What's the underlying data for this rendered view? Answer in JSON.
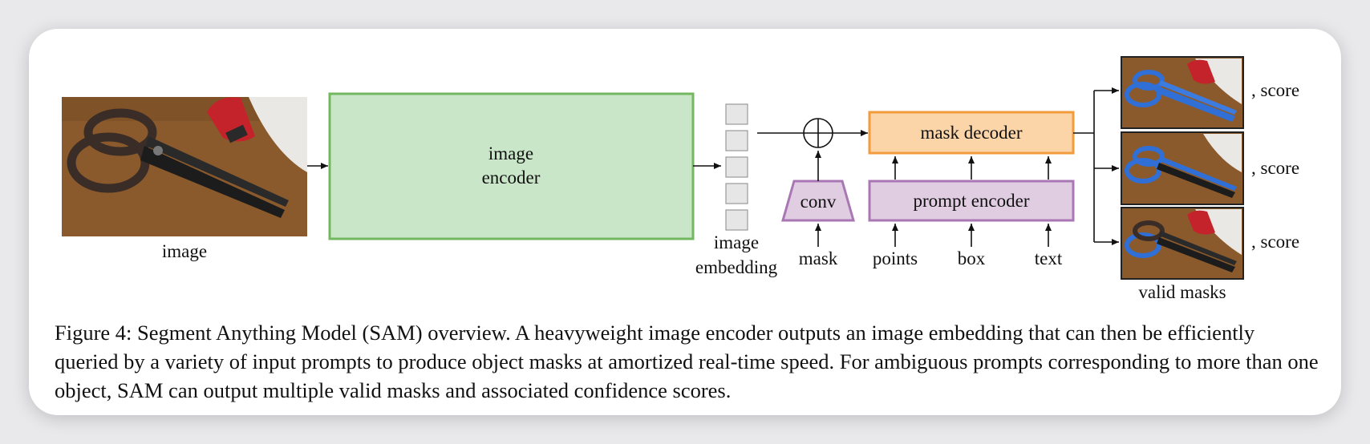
{
  "diagram": {
    "input_label": "image",
    "encoder_label_line1": "image",
    "encoder_label_line2": "encoder",
    "embedding_label_line1": "image",
    "embedding_label_line2": "embedding",
    "conv_label": "conv",
    "mask_input_label": "mask",
    "prompt_encoder_label": "prompt encoder",
    "mask_decoder_label": "mask decoder",
    "prompt_inputs": [
      "points",
      "box",
      "text"
    ],
    "score_labels": [
      ", score",
      ", score",
      ", score"
    ],
    "valid_masks_label": "valid masks",
    "colors": {
      "encoder_fill": "#c9e6c8",
      "encoder_border": "#73b760",
      "decoder_fill": "#fbd5a8",
      "decoder_border": "#f29b3c",
      "prompt_fill": "#e1cde2",
      "prompt_border": "#a978b4",
      "mask_blue": "#2f6fd6"
    }
  },
  "caption": {
    "text": "Figure 4: Segment Anything Model (SAM) overview. A heavyweight image encoder outputs an image embedding that can then be efficiently queried by a variety of input prompts to produce object masks at amortized real-time speed. For ambiguous prompts corresponding to more than one object, SAM can output multiple valid masks and associated confidence scores."
  }
}
